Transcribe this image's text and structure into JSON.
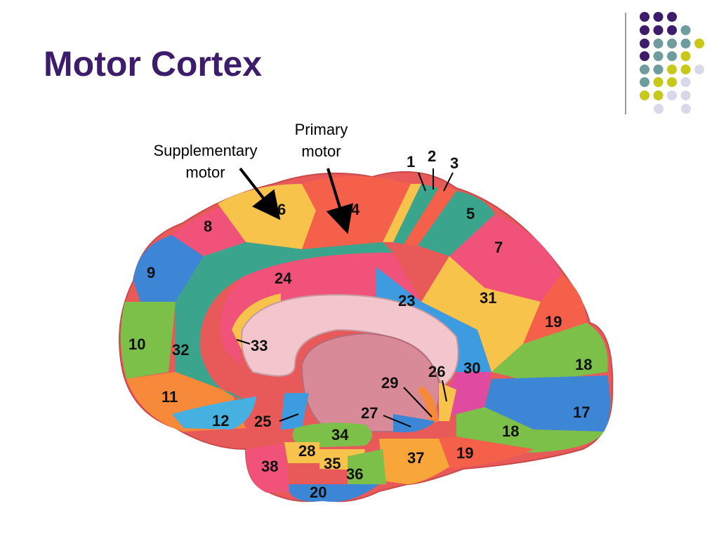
{
  "slide": {
    "title": "Motor Cortex",
    "palette": {
      "title": "#3d1c6b",
      "dark_purple": "#3d1c6b",
      "teal": "#6f9d9d",
      "olive": "#c8c819",
      "lavender": "#d8d8ea"
    }
  },
  "callouts": {
    "supplementary": {
      "line1": "Supplementary",
      "line2": "motor"
    },
    "primary": {
      "line1": "Primary",
      "line2": "motor"
    }
  },
  "brain_areas": [
    {
      "id": "1",
      "color": "#3aa58c"
    },
    {
      "id": "2",
      "color": "#f4604a"
    },
    {
      "id": "3",
      "color": "#f8c34a"
    },
    {
      "id": "4",
      "color": "#f4604a"
    },
    {
      "id": "5",
      "color": "#3aa58c"
    },
    {
      "id": "6",
      "color": "#f8c34a"
    },
    {
      "id": "7",
      "color": "#f0527a"
    },
    {
      "id": "8",
      "color": "#f0527a"
    },
    {
      "id": "9",
      "color": "#3d86d6"
    },
    {
      "id": "10",
      "color": "#7cc04a"
    },
    {
      "id": "11",
      "color": "#f78a3a"
    },
    {
      "id": "12",
      "color": "#46b0e0"
    },
    {
      "id": "17",
      "color": "#3d86d6"
    },
    {
      "id": "18",
      "color": "#7cc04a"
    },
    {
      "id": "18",
      "color": "#7cc04a"
    },
    {
      "id": "19",
      "color": "#f4604a"
    },
    {
      "id": "19",
      "color": "#f4604a"
    },
    {
      "id": "20",
      "color": "#3d86d6"
    },
    {
      "id": "23",
      "color": "#3d9be0"
    },
    {
      "id": "24",
      "color": "#f0527a"
    },
    {
      "id": "25",
      "color": "#3d9be0"
    },
    {
      "id": "26",
      "color": "#f8c34a"
    },
    {
      "id": "27",
      "color": "#3d86d6"
    },
    {
      "id": "28",
      "color": "#f8c34a"
    },
    {
      "id": "29",
      "color": "#f78a3a"
    },
    {
      "id": "30",
      "color": "#e04aa0"
    },
    {
      "id": "31",
      "color": "#f8c34a"
    },
    {
      "id": "32",
      "color": "#3aa58c"
    },
    {
      "id": "33",
      "color": "#f8c34a"
    },
    {
      "id": "34",
      "color": "#7cc04a"
    },
    {
      "id": "35",
      "color": "#f8c34a"
    },
    {
      "id": "36",
      "color": "#7cc04a"
    },
    {
      "id": "37",
      "color": "#f8a53a"
    },
    {
      "id": "38",
      "color": "#f0527a"
    }
  ]
}
